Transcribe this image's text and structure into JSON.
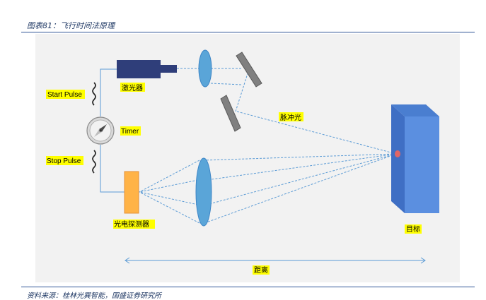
{
  "figure_title": "图表81：飞行时间法原理",
  "source": "资料来源：桂林光巽智能，国盛证券研究所",
  "labels": {
    "start_pulse": "Start Pulse",
    "stop_pulse": "Stop Pulse",
    "timer": "Timer",
    "laser": "激光器",
    "pulse_light": "脉冲光",
    "detector": "光电探测器",
    "target": "目标",
    "distance": "距离"
  },
  "colors": {
    "panel": "#f2f2f2",
    "laser": "#2f3e7a",
    "lens": "#5aa5d8",
    "mirror": "#808080",
    "detector": "#ffb347",
    "target_front": "#5b8fe0",
    "target_side": "#3f6fc4",
    "highlight": "#ffff00",
    "beam": "#5b9bd5"
  }
}
